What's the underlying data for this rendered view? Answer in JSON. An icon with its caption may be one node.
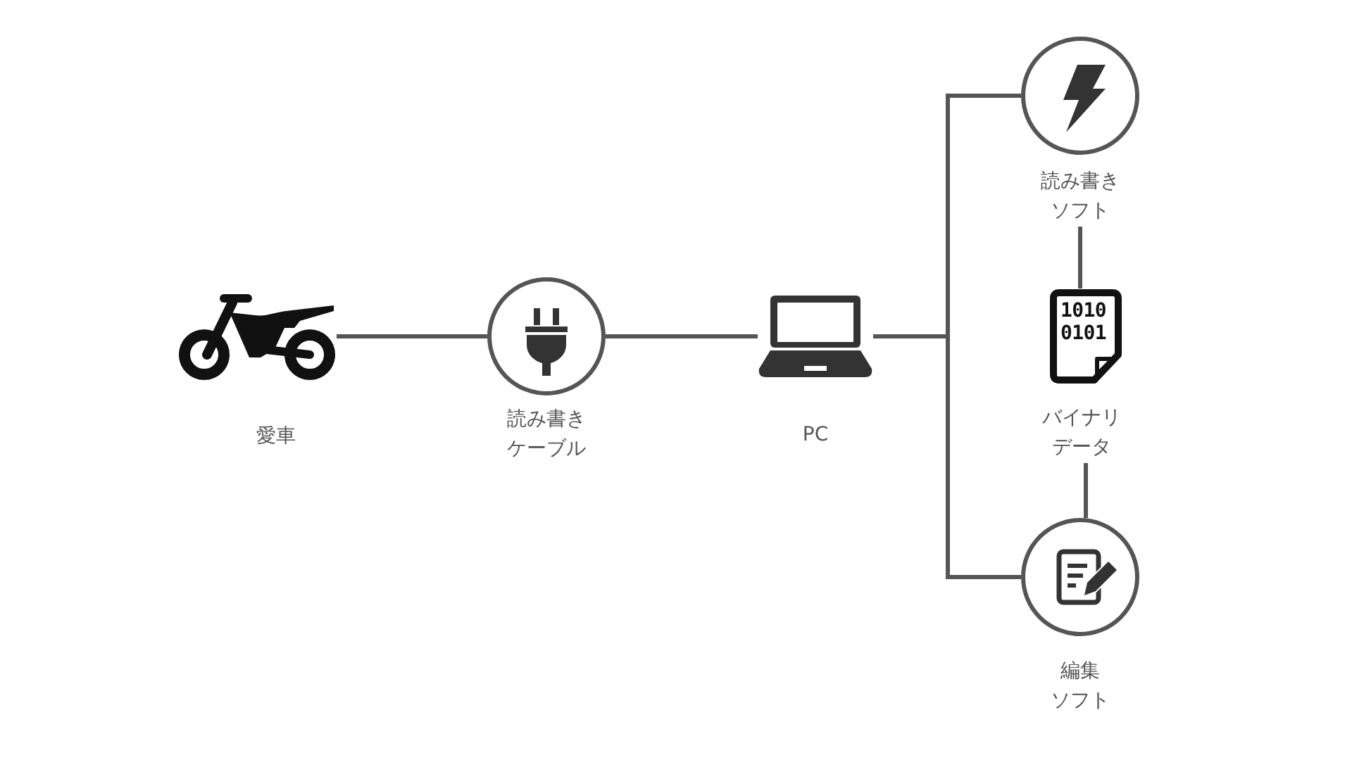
{
  "diagram": {
    "nodes": [
      {
        "text": [
          "愛車"
        ]
      },
      {
        "text": [
          "読み書きケーブル"
        ]
      },
      {
        "text": [
          "PC"
        ]
      },
      {
        "text": [
          "読み書きソフト"
        ]
      },
      {
        "text": [
          "1010 0101",
          "バイナリデータ"
        ]
      },
      {
        "text": [
          "編集ソフト"
        ]
      }
    ],
    "edges": [
      {
        "from": 0,
        "to": 1,
        "arrow": "none"
      },
      {
        "from": 1,
        "to": 2,
        "arrow": "none"
      },
      {
        "from": 2,
        "to": 3,
        "arrow": "none"
      },
      {
        "from": 2,
        "to": 5,
        "arrow": "none"
      },
      {
        "from": 3,
        "to": 4,
        "arrow": "none"
      },
      {
        "from": 4,
        "to": 5,
        "arrow": "none"
      }
    ]
  }
}
